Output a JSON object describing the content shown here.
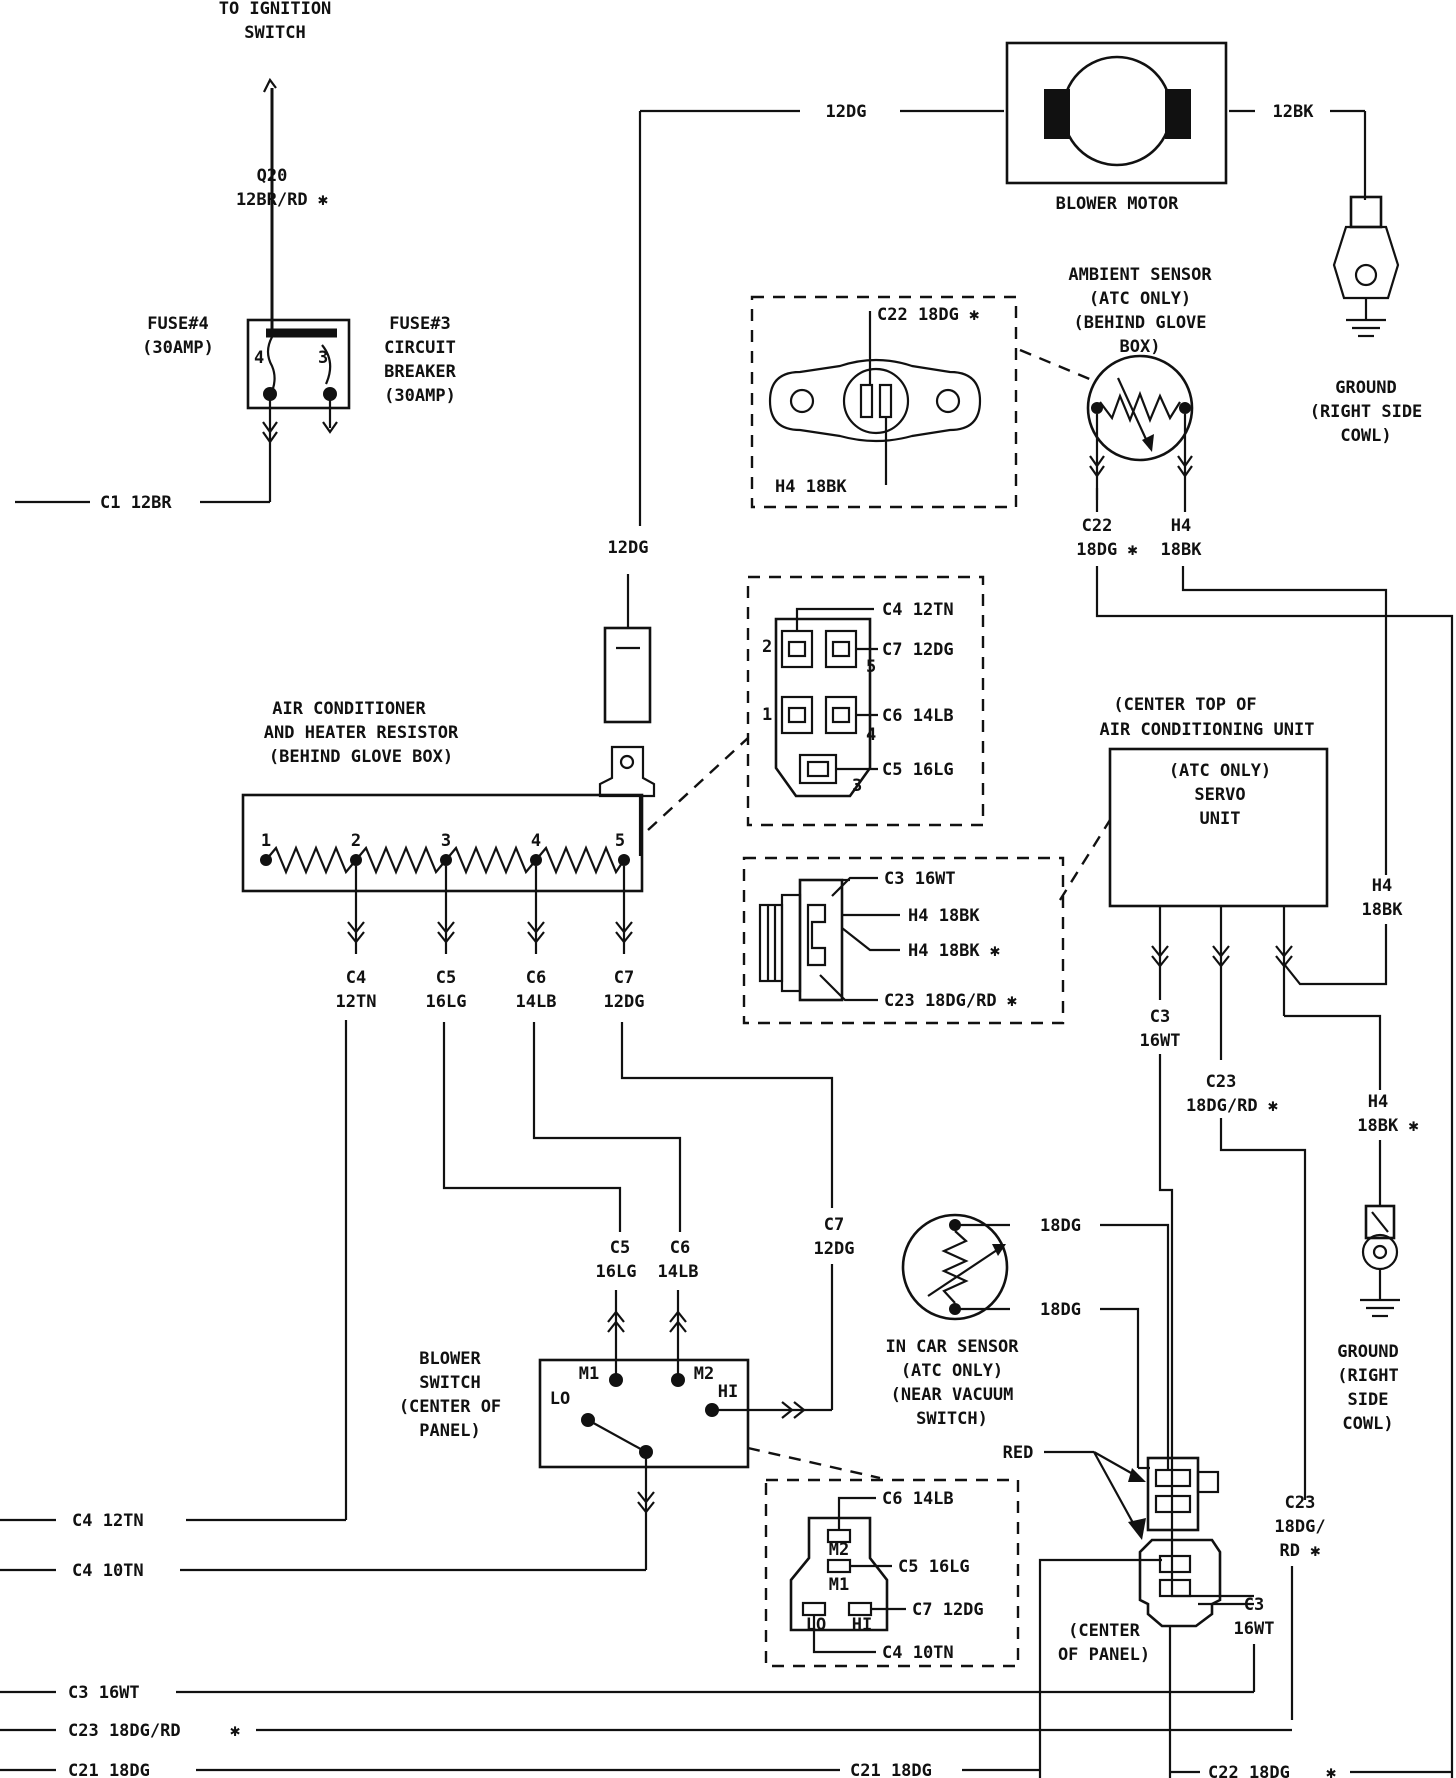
{
  "ignition": {
    "label_1": "TO IGNITION",
    "label_2": "SWITCH",
    "wire_code": "Q20",
    "wire_spec": "12BR/RD ✱"
  },
  "fuse": {
    "fuse4_label": "FUSE#4",
    "fuse4_rating": "(30AMP)",
    "fuse3_label": "FUSE#3",
    "fuse3_line2": "CIRCUIT",
    "fuse3_line3": "BREAKER",
    "fuse3_rating": "(30AMP)",
    "pin4": "4",
    "pin3": "3"
  },
  "c1_wire": "C1  12BR",
  "blower_motor": {
    "label": "BLOWER MOTOR",
    "wire_in": "12DG",
    "wire_out": "12BK"
  },
  "ground_top": {
    "line1": "GROUND",
    "line2": "(RIGHT SIDE",
    "line3": "COWL)"
  },
  "ambient_sensor": {
    "line1": "AMBIENT SENSOR",
    "line2": "(ATC ONLY)",
    "line3": "(BEHIND GLOVE",
    "line4": "BOX)",
    "c22_label": "C22",
    "c22_spec": "18DG ✱",
    "h4_label": "H4",
    "h4_spec": "18BK"
  },
  "ambient_connector": {
    "top_wire": "C22  18DG  ✱",
    "bottom_wire": "H4  18BK"
  },
  "resistor_lead": "12DG",
  "resistor": {
    "line1": "AIR CONDITIONER",
    "line2": "AND HEATER RESISTOR",
    "line3": "(BEHIND GLOVE BOX)",
    "terminals": [
      "1",
      "2",
      "3",
      "4",
      "5"
    ],
    "wires": [
      {
        "code": "C4",
        "spec": "12TN"
      },
      {
        "code": "C5",
        "spec": "16LG"
      },
      {
        "code": "C6",
        "spec": "14LB"
      },
      {
        "code": "C7",
        "spec": "12DG"
      }
    ]
  },
  "resistor_connector": {
    "wires": [
      "C4  12TN",
      "C7  12DG",
      "C6  14LB",
      "C5  16LG"
    ],
    "pins": [
      "2",
      "5",
      "1",
      "4",
      "3"
    ]
  },
  "servo_connector": {
    "wires": [
      "C3  16WT",
      "H4  18BK",
      "H4  18BK  ✱",
      "C23  18DG/RD  ✱"
    ]
  },
  "servo": {
    "loc1": "(CENTER TOP OF",
    "loc2": "AIR CONDITIONING UNIT",
    "line1": "(ATC ONLY)",
    "line2": "SERVO",
    "line3": "UNIT",
    "c3_code": "C3",
    "c3_spec": "16WT",
    "c23_code": "C23",
    "c23_spec": "18DG/RD ✱",
    "h4a_code": "H4",
    "h4a_spec": "18BK",
    "h4b_code": "H4",
    "h4b_spec": "18BK ✱"
  },
  "ground_right": {
    "line1": "GROUND",
    "line2": "(RIGHT",
    "line3": "SIDE",
    "line4": "COWL)"
  },
  "blower_switch": {
    "line1": "BLOWER",
    "line2": "SWITCH",
    "line3": "(CENTER OF",
    "line4": "PANEL)",
    "m1": "M1",
    "m2": "M2",
    "lo": "LO",
    "hi": "HI",
    "c5_code": "C5",
    "c5_spec": "16LG",
    "c6_code": "C6",
    "c6_spec": "14LB",
    "c7_code": "C7",
    "c7_spec": "12DG"
  },
  "switch_connector": {
    "wires": [
      "C6  14LB",
      "C5  16LG",
      "C7  12DG",
      "C4  10TN"
    ],
    "m2": "M2",
    "m1": "M1",
    "lo": "LO",
    "hi": "HI"
  },
  "in_car_sensor": {
    "line1": "IN CAR SENSOR",
    "line2": "(ATC ONLY)",
    "line3": "(NEAR VACUUM",
    "line4": "SWITCH)",
    "wire_a": "18DG",
    "wire_b": "18DG"
  },
  "center_panel_conn": {
    "red": "RED",
    "line1": "(CENTER",
    "line2": "OF PANEL)"
  },
  "right_bus": {
    "c23_1": "C23",
    "c23_2": "18DG/",
    "c23_3": "RD ✱",
    "c3_1": "C3",
    "c3_2": "16WT"
  },
  "left_wires": [
    "C4  12TN",
    "C4  10TN",
    "C3  16WT",
    "C23  18DG/RD",
    "C21  18DG"
  ],
  "left_star": "✱",
  "bottom_wires": {
    "c21": "C21  18DG",
    "c22": "C22  18DG",
    "c22_star": "✱"
  }
}
